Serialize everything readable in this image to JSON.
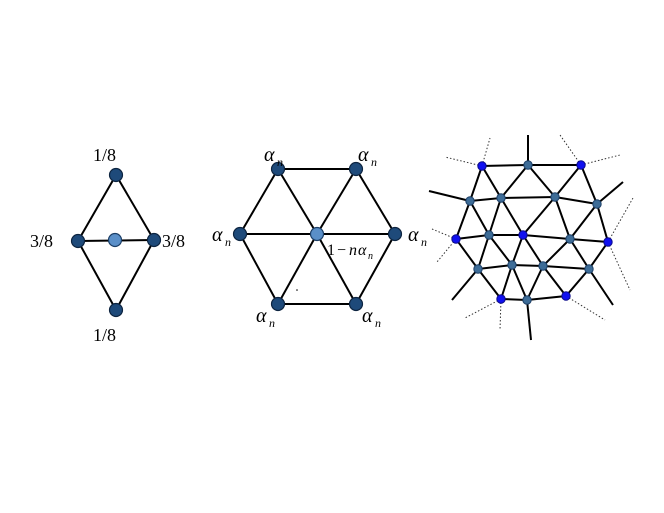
{
  "loop_mask": {
    "top_weight": "1/8",
    "left_weight": "3/8",
    "right_weight": "3/8",
    "bottom_weight": "1/8"
  },
  "hexagon_mask": {
    "vertex_symbol": "α",
    "vertex_subscript": "n",
    "center_one": "1",
    "center_minus": "−",
    "center_n": "n",
    "center_alpha": "α",
    "center_sub": "n"
  },
  "colors": {
    "dark_node": "#1e4a7a",
    "light_node": "#5a8fc8",
    "blue_node": "#1010f0",
    "edge": "#000000"
  }
}
